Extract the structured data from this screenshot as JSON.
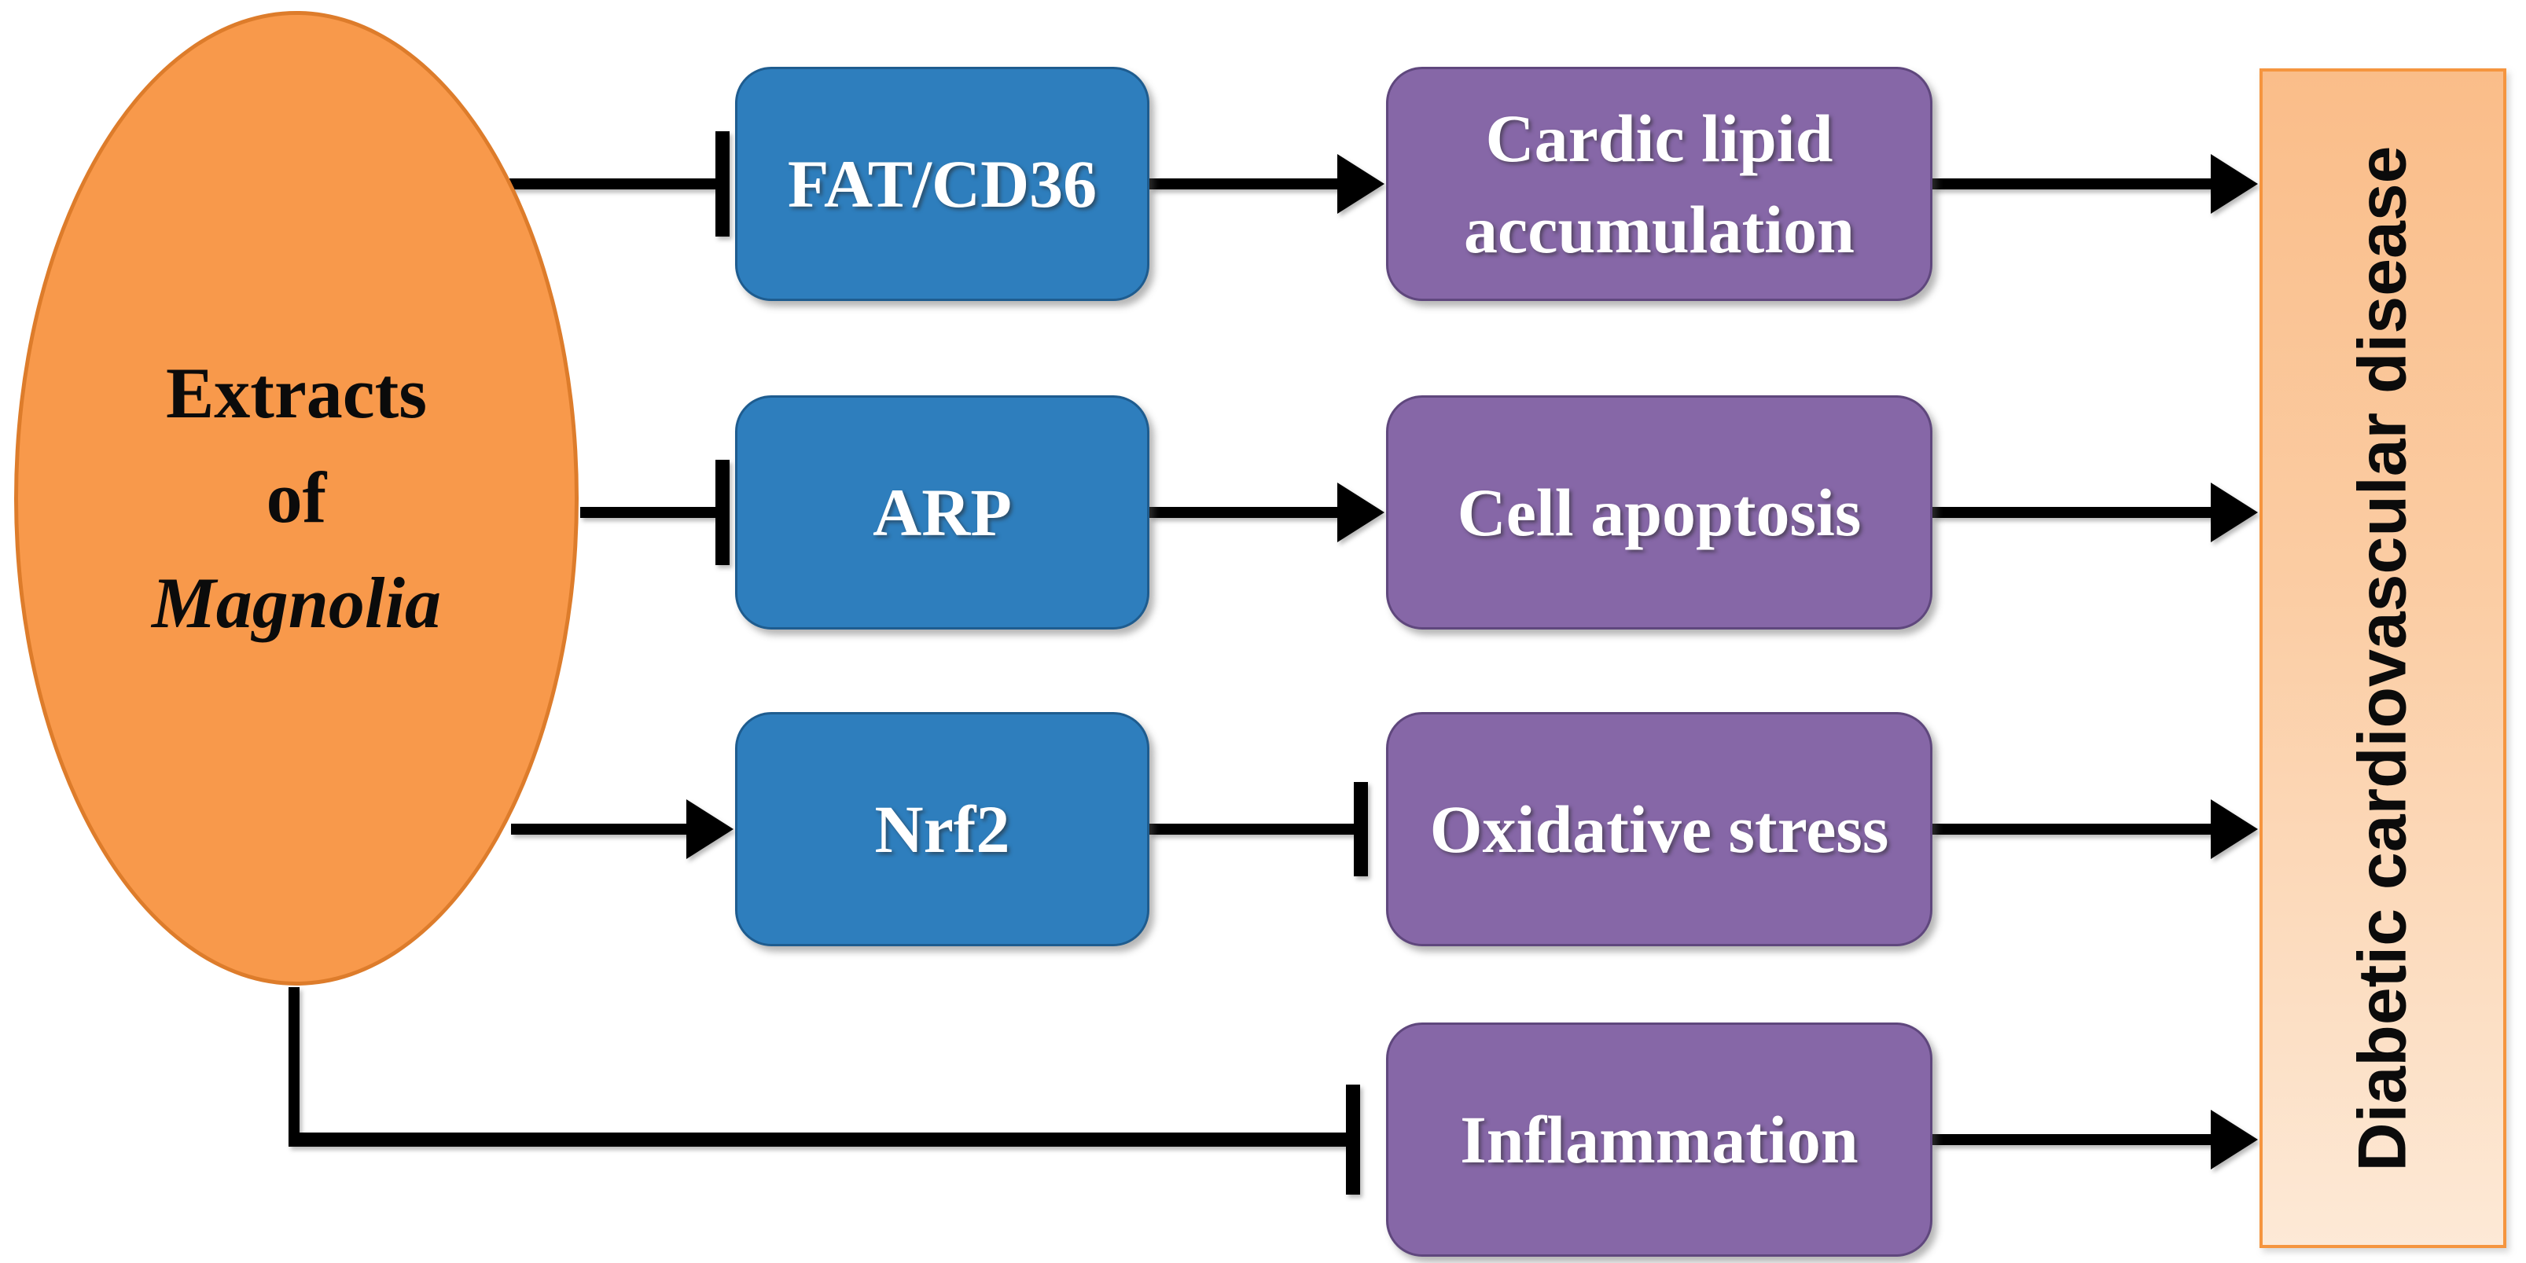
{
  "figure": {
    "source": {
      "label": "Extracts of Magnolia",
      "lines": [
        "Extracts",
        "of",
        "Magnolia"
      ]
    },
    "mediators": [
      {
        "label": "FAT/CD36"
      },
      {
        "label": "ARP"
      },
      {
        "label": "Nrf2"
      }
    ],
    "outcomes": [
      {
        "label": "Cardic lipid accumulation"
      },
      {
        "label": "Cell apoptosis"
      },
      {
        "label": "Oxidative stress"
      },
      {
        "label": "Inflammation"
      }
    ],
    "endpoint": {
      "label": "Diabetic cardiovascular disease"
    },
    "edges": [
      {
        "from": "Extracts of Magnolia",
        "to": "FAT/CD36",
        "type": "inhibition"
      },
      {
        "from": "Extracts of Magnolia",
        "to": "ARP",
        "type": "inhibition"
      },
      {
        "from": "Extracts of Magnolia",
        "to": "Nrf2",
        "type": "activation"
      },
      {
        "from": "Extracts of Magnolia",
        "to": "Inflammation",
        "type": "inhibition"
      },
      {
        "from": "FAT/CD36",
        "to": "Cardic lipid accumulation",
        "type": "activation"
      },
      {
        "from": "ARP",
        "to": "Cell apoptosis",
        "type": "activation"
      },
      {
        "from": "Nrf2",
        "to": "Oxidative stress",
        "type": "inhibition"
      },
      {
        "from": "Cardic lipid accumulation",
        "to": "Diabetic cardiovascular disease",
        "type": "activation"
      },
      {
        "from": "Cell apoptosis",
        "to": "Diabetic cardiovascular disease",
        "type": "activation"
      },
      {
        "from": "Oxidative stress",
        "to": "Diabetic cardiovascular disease",
        "type": "activation"
      },
      {
        "from": "Inflammation",
        "to": "Diabetic cardiovascular disease",
        "type": "activation"
      }
    ],
    "colors": {
      "source_fill": "#F8994B",
      "source_border": "#DD7C2B",
      "mediator_fill": "#2E7EBD",
      "mediator_border": "#1E5C8F",
      "outcome_fill": "#8667A7",
      "outcome_border": "#5F477D",
      "endpoint_fill_top": "#FABD89",
      "endpoint_fill_bottom": "#FDE9D6",
      "endpoint_border": "#F5953F",
      "connector": "#000000",
      "source_text": "#0b0b0b",
      "node_text": "#ffffff",
      "endpoint_text": "#0b0b0b"
    }
  }
}
